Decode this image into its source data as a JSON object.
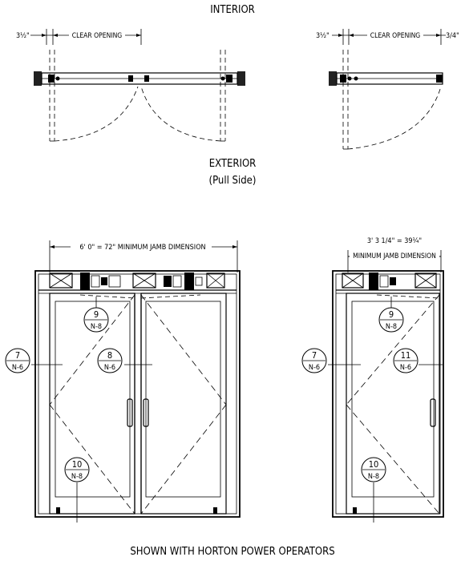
{
  "labels": {
    "interior": "INTERIOR",
    "exterior": "EXTERIOR",
    "pull_side": "(Pull Side)",
    "clear_opening": "CLEAR OPENING",
    "dim_3half_left": "3½\"",
    "dim_3half_right": "3½\"",
    "dim_3quarter": "3/4\"",
    "double_width": "6' 0\" = 72\" MINIMUM JAMB DIMENSION",
    "single_width_line1": "3' 3 1/4\" = 39¼\"",
    "single_width_line2": "MINIMUM JAMB DIMENSION",
    "footer": "SHOWN WITH HORTON POWER OPERATORS"
  },
  "callouts": {
    "c9_left": {
      "num": "9",
      "ref": "N-8"
    },
    "c8": {
      "num": "8",
      "ref": "N-6"
    },
    "c7_left": {
      "num": "7",
      "ref": "N-6"
    },
    "c10_left": {
      "num": "10",
      "ref": "N-8"
    },
    "c9_right": {
      "num": "9",
      "ref": "N-8"
    },
    "c11": {
      "num": "11",
      "ref": "N-6"
    },
    "c7_right": {
      "num": "7",
      "ref": "N-6"
    },
    "c10_right": {
      "num": "10",
      "ref": "N-8"
    }
  }
}
